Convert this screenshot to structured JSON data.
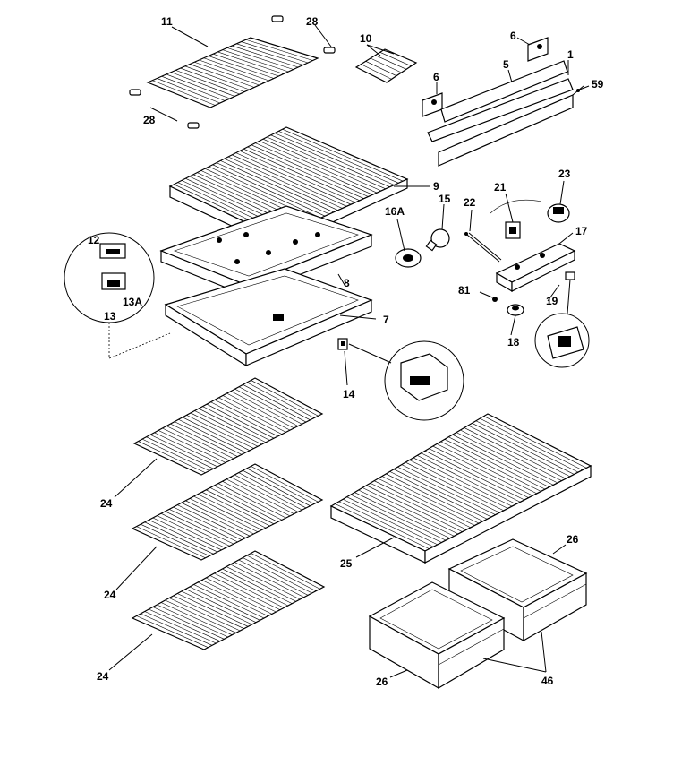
{
  "labels": {
    "l11": "11",
    "l28a": "28",
    "l28b": "28",
    "l10": "10",
    "l6a": "6",
    "l6b": "6",
    "l5": "5",
    "l1": "1",
    "l59": "59",
    "l9": "9",
    "l16a": "16A",
    "l15": "15",
    "l22": "22",
    "l21": "21",
    "l23": "23",
    "l17": "17",
    "l12": "12",
    "l13": "13",
    "l13a": "13A",
    "l8": "8",
    "l7": "7",
    "l81": "81",
    "l19": "19",
    "l18": "18",
    "l14": "14",
    "l24a": "24",
    "l24b": "24",
    "l24c": "24",
    "l25": "25",
    "l26a": "26",
    "l26b": "26",
    "l46": "46"
  }
}
